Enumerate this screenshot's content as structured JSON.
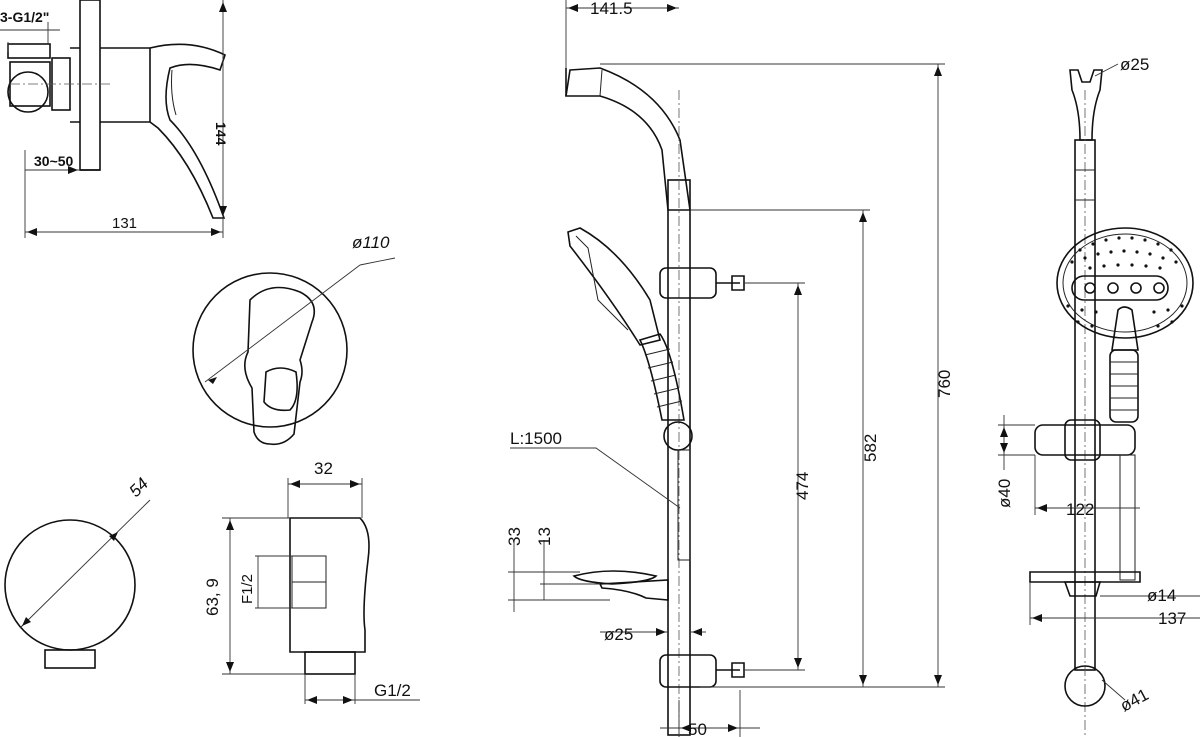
{
  "dimensions": {
    "mixer_inlet": "3-G1/2\"",
    "mixer_height": "144",
    "mixer_wall_range": "30~50",
    "mixer_length": "131",
    "plate_diameter": "ø110",
    "elbow_diameter": "54",
    "elbow_width": "32",
    "elbow_height": "63, 9",
    "elbow_inner_thread": "F1/2",
    "elbow_outer_thread": "G1/2",
    "arm_offset": "141.5",
    "hose_length": "L:1500",
    "overall_height": "760",
    "bracket_to_top": "582",
    "bracket_spacing": "474",
    "soap_offset_a": "33",
    "soap_offset_b": "13",
    "rail_diameter": "ø25",
    "wall_offset": "50",
    "top_rail_diameter": "ø25",
    "slider_height": "ø40",
    "slider_depth": "122",
    "soap_dish_diameter": "ø14",
    "total_depth": "137",
    "end_cap_diameter": "ø41"
  }
}
